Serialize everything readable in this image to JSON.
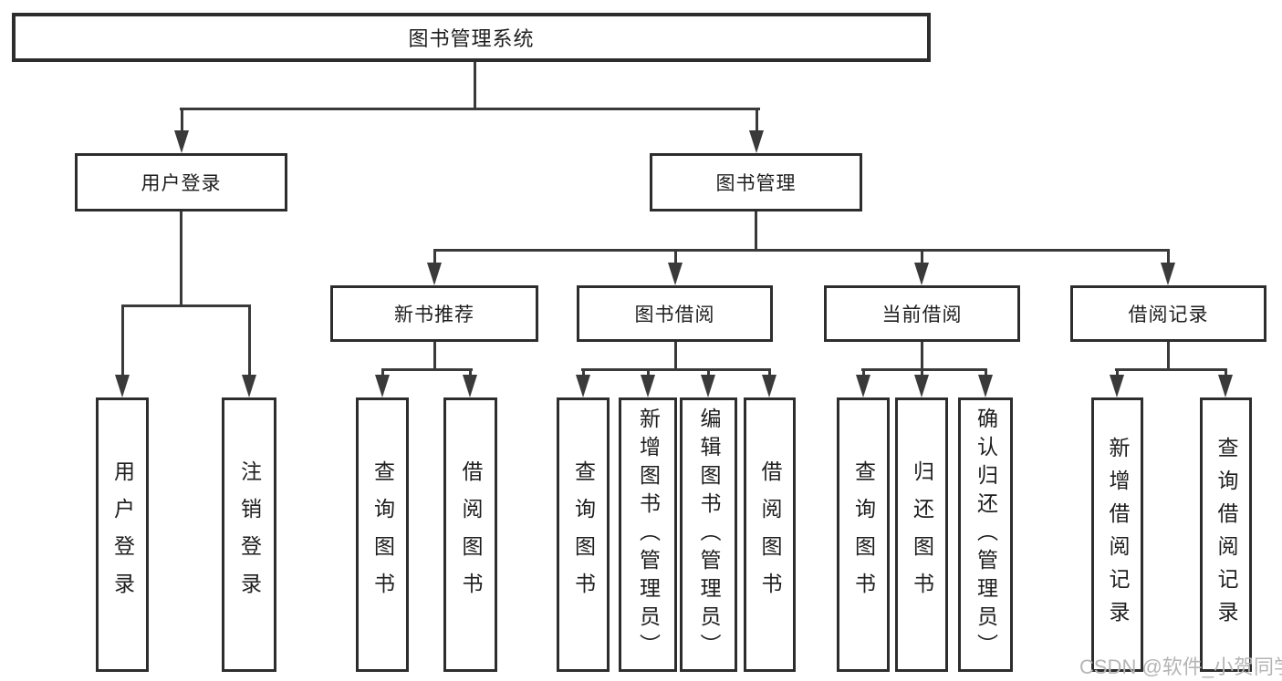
{
  "diagram": {
    "root": "图书管理系统",
    "level2": {
      "user_login": "用户登录",
      "book_mgmt": "图书管理"
    },
    "level3": {
      "new_books": "新书推荐",
      "book_borrow": "图书借阅",
      "current_borrow": "当前借阅",
      "borrow_records": "借阅记录"
    },
    "leaves": {
      "user_login": "用户登录",
      "logout_login": "注销登录",
      "nb_query": "查询图书",
      "nb_borrow": "借阅图书",
      "bb_query": "查询图书",
      "bb_add": "新增图书（管理员）",
      "bb_edit": "编辑图书（管理员）",
      "bb_borrow": "借阅图书",
      "cb_query": "查询图书",
      "cb_return": "归还图书",
      "cb_confirm": "确认归还（管理员）",
      "br_add": "新增借阅记录",
      "br_query": "查询借阅记录"
    }
  },
  "watermark": "CSDN @软件_小贺同学",
  "colors": {
    "line": "#3a3a3a",
    "node_border": "#2d2d2d",
    "node_text": "#1e1e1e",
    "watermark": "#b5b5b5",
    "background": "#ffffff"
  }
}
